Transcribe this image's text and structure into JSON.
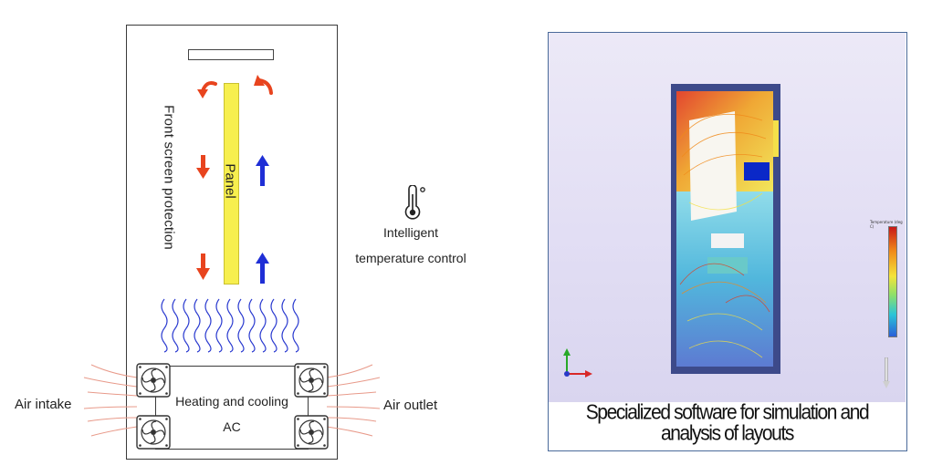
{
  "diagram": {
    "panel_label": "Panel",
    "front_label": "Front screen protection",
    "ac_title": "Heating and cooling",
    "ac_subtitle": "AC",
    "air_intake": "Air intake",
    "air_outlet": "Air outlet",
    "temperature_line1": "Intelligent",
    "temperature_line2": "temperature control",
    "thermometer_icon": "thermometer-celsius-icon",
    "colors": {
      "panel": "#f7ef4e",
      "warm_arrow": "#e8441e",
      "cool_arrow": "#1f2fd6",
      "airflow_wave": "#2b3bd0",
      "intake_lines": "#e89a8a"
    }
  },
  "simulation": {
    "caption_line1": "Specialized software for simulation and",
    "caption_line2": "analysis of layouts",
    "legend_title": "Temperature (deg C)"
  }
}
